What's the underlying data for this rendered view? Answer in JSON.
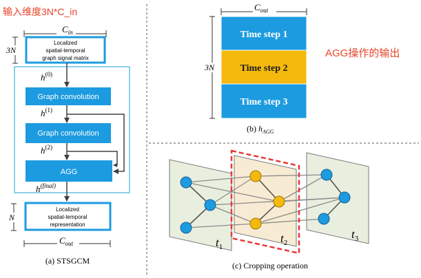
{
  "annotations": {
    "input_dim": "输入维度3N*C_in",
    "agg_output": "AGG操作的输出",
    "agg_color": "#e8442a"
  },
  "panel_a": {
    "cin_label_base": "C",
    "cin_label_sub": "in",
    "cout_label_base": "C",
    "cout_label_sub": "out",
    "three_n_label": "3N",
    "n_label": "N",
    "input_box": [
      "Localized",
      "spatial-temporal",
      "graph signal matrix"
    ],
    "h0": "(0)",
    "h1": "(1)",
    "h2": "(2)",
    "hfinal": "(final)",
    "h_base": "h",
    "gc1": "Graph convolution",
    "gc2": "Graph convolution",
    "agg": "AGG",
    "output_box": [
      "Localized",
      "spatial-temporal",
      "representation"
    ],
    "caption": "(a) STSGCM"
  },
  "panel_b": {
    "cout_label_base": "C",
    "cout_label_sub": "out",
    "three_n_label": "3N",
    "steps": [
      "Time step 1",
      "Time step 2",
      "Time step 3"
    ],
    "step_colors": [
      "#1c9be0",
      "#f5b90d",
      "#1c9be0"
    ],
    "caption_prefix": "(b) ",
    "caption_base": "h",
    "caption_sub": "AGG"
  },
  "panel_c": {
    "t_labels": [
      "1",
      "2",
      "3"
    ],
    "t_base": "t",
    "caption": "(c) Cropping operation",
    "node_blue": "#1c9be0",
    "node_orange": "#f5b90d",
    "plane_fill": "#e8efdf",
    "highlight": "#e53935"
  },
  "colors": {
    "box_blue": "#1c9be0",
    "frame_cyan": "#3cb4dc",
    "line_gray": "#404040"
  }
}
